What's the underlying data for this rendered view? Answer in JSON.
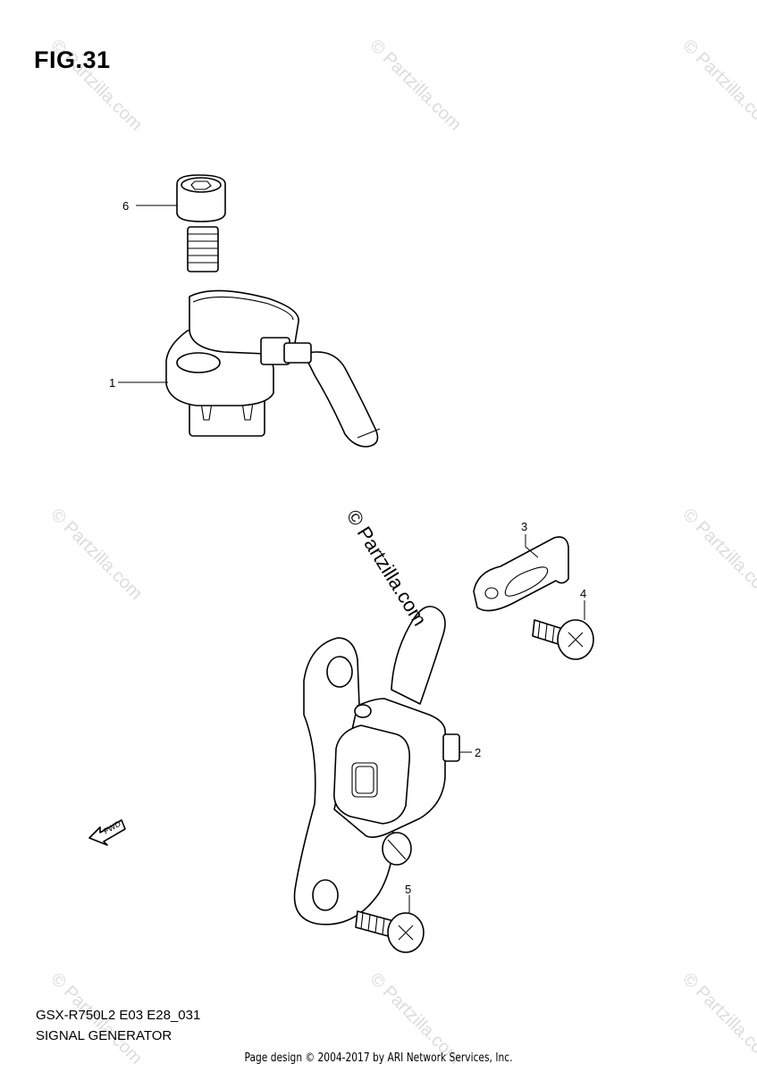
{
  "figure_label": "FIG.31",
  "model_code": "GSX-R750L2 E03 E28_031",
  "diagram_name": "SIGNAL GENERATOR",
  "footer_text": "Page design © 2004-2017 by ARI Network Services, Inc.",
  "copyright_mark": "© Partzilla.com",
  "watermark_text": "© Partzilla.com",
  "direction_label": "FWD",
  "callouts": [
    "1",
    "2",
    "3",
    "4",
    "5",
    "6"
  ]
}
